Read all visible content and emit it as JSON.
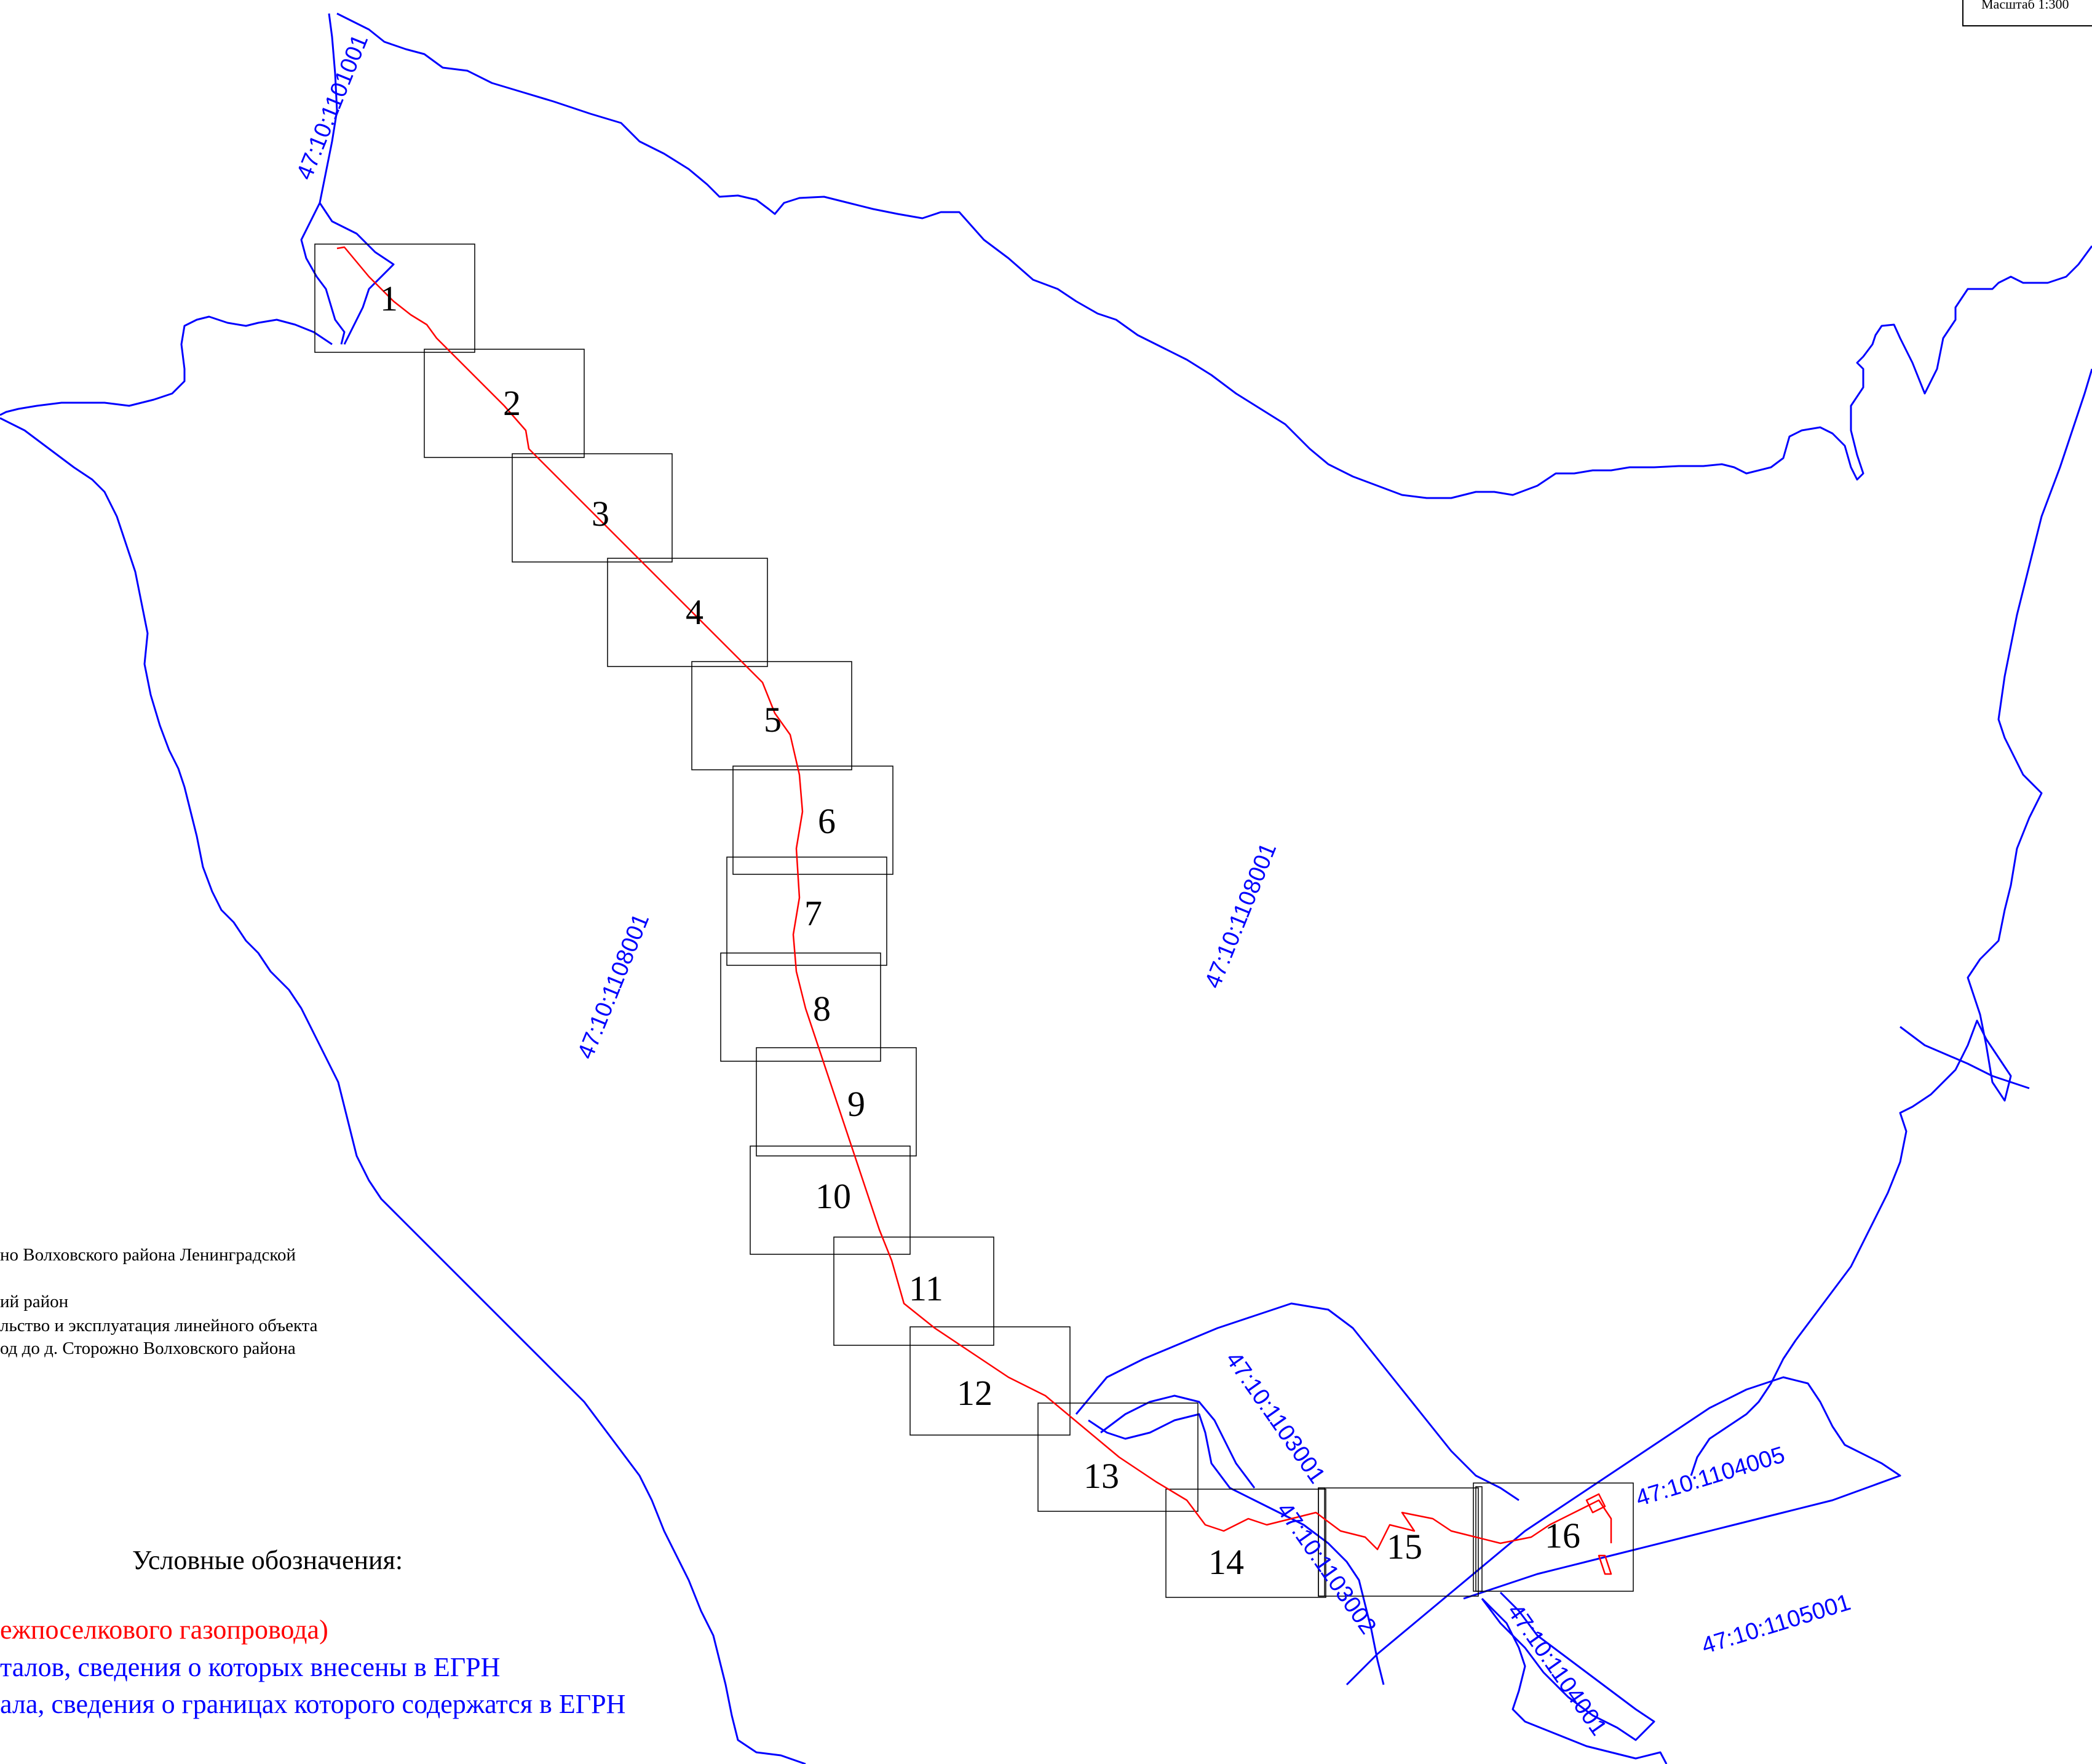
{
  "scale": {
    "label": "Масштаб 1:300"
  },
  "sheets": [
    "1",
    "2",
    "3",
    "4",
    "5",
    "6",
    "7",
    "8",
    "9",
    "10",
    "11",
    "12",
    "13",
    "14",
    "15",
    "16"
  ],
  "cadastral_labels": [
    "47:10:1101001",
    "47:10:1108001",
    "47:10:1108001",
    "47:10:1103001",
    "47:10:1103002",
    "47:10:1104005",
    "47:10:1104001",
    "47:10:1105001"
  ],
  "notes": {
    "line1": "но Волховского района Ленинградской",
    "line2": "ий район",
    "line3": "льство и эксплуатация линейного объекта",
    "line4": "од до д. Сторожно Волховского района"
  },
  "legend": {
    "title": "Условные обозначения:",
    "item_red": "ежпоселкового газопровода)",
    "item_blue1": "талов, сведения о которых внесены в ЕГРН",
    "item_blue2": "ала, сведения о границах которого содержатся в ЕГРН"
  },
  "colors": {
    "pipeline": "#ff0000",
    "boundary": "#0000ff",
    "sheet_frame": "#000000"
  }
}
